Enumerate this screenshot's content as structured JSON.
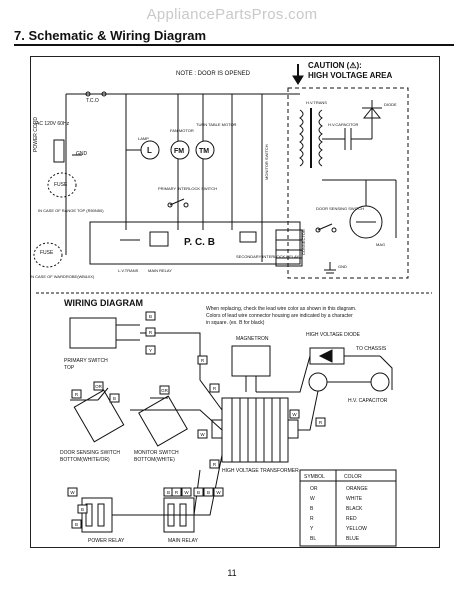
{
  "watermark": "AppliancePartsPros.com",
  "title": "7. Schematic & Wiring Diagram",
  "page_number": "11",
  "schematic": {
    "note": "NOTE : DOOR IS OPENED",
    "caution_line1": "CAUTION (⚠):",
    "caution_line2": "HIGH VOLTAGE AREA",
    "power": "AC 120V 60Hz",
    "power_cord": "POWER CORD",
    "fuse": "FUSE",
    "fuse_sub": "IN CASE OF RANGE TOP (R50N50)",
    "tco": "T.C.O",
    "gnd": "GND",
    "lamp": "LAMP",
    "fan_motor": "FAN MOTOR",
    "turntable_motor": "TURN TABLE MOTOR",
    "lamp_symbol": "L",
    "fan_symbol": "FM",
    "tt_symbol": "TM",
    "monitor_switch": "MONITOR SWITCH",
    "primary_interlock": "PRIMARY INTERLOCK SWITCH",
    "pcb": "P. C. B",
    "hv_trans": "H.V.TRANS",
    "hv_capacitor": "H.V.CAPACITOR",
    "door_sensing": "DOOR SENSING SWITCH",
    "secondary_interlock": "SECONDARY INTERLOCK RELAY",
    "connector": "CONNECTOR",
    "magnetron": "MAG",
    "diode": "DIODE",
    "fuse2": "FUSE",
    "fuse2_sub": "IN CASE OF WARDROBE(WB&XX)",
    "lv_trans": "L.V.TRANS",
    "main_relay_small": "MAIN RELAY"
  },
  "wiring": {
    "heading": "WIRING DIAGRAM",
    "note_line1": "When replacing, check the lead wire color as shown in this diagram.",
    "note_line2": "Colors of lead wire connector housing are indicated by a character",
    "note_line3": "in square. (ex.  B  for black)",
    "primary_switch": "PRIMARY SWITCH",
    "primary_switch_sub": "TOP",
    "door_sensing": "DOOR SENSING SWITCH",
    "door_sensing_sub": "BOTTOM(WHITE/OR)",
    "monitor_switch": "MONITOR SWITCH",
    "monitor_switch_sub": "BOTTOM(WHITE)",
    "power_relay": "POWER RELAY",
    "main_relay": "MAIN RELAY",
    "magnetron": "MAGNETRON",
    "hv_diode": "HIGH VOLTAGE DIODE",
    "to_chassis": "TO CHASSIS",
    "hv_capacitor": "H.V. CAPACITOR",
    "hv_transformer": "HIGH VOLTAGE TRANSFORMER",
    "ex_symbol": "B",
    "tags": [
      "B",
      "R",
      "Y",
      "R",
      "B",
      "OR",
      "GR",
      "R",
      "W",
      "R",
      "W",
      "R",
      "B",
      "B",
      "W",
      "W",
      "B",
      "B",
      "R",
      "B",
      "W",
      "R"
    ]
  },
  "legend": {
    "header_symbol": "SYMBOL",
    "header_color": "COLOR",
    "rows": [
      {
        "symbol": "OR",
        "color": "ORANGE"
      },
      {
        "symbol": "W",
        "color": "WHITE"
      },
      {
        "symbol": "B",
        "color": "BLACK"
      },
      {
        "symbol": "R",
        "color": "RED"
      },
      {
        "symbol": "Y",
        "color": "YELLOW"
      },
      {
        "symbol": "BL",
        "color": "BLUE"
      }
    ]
  }
}
